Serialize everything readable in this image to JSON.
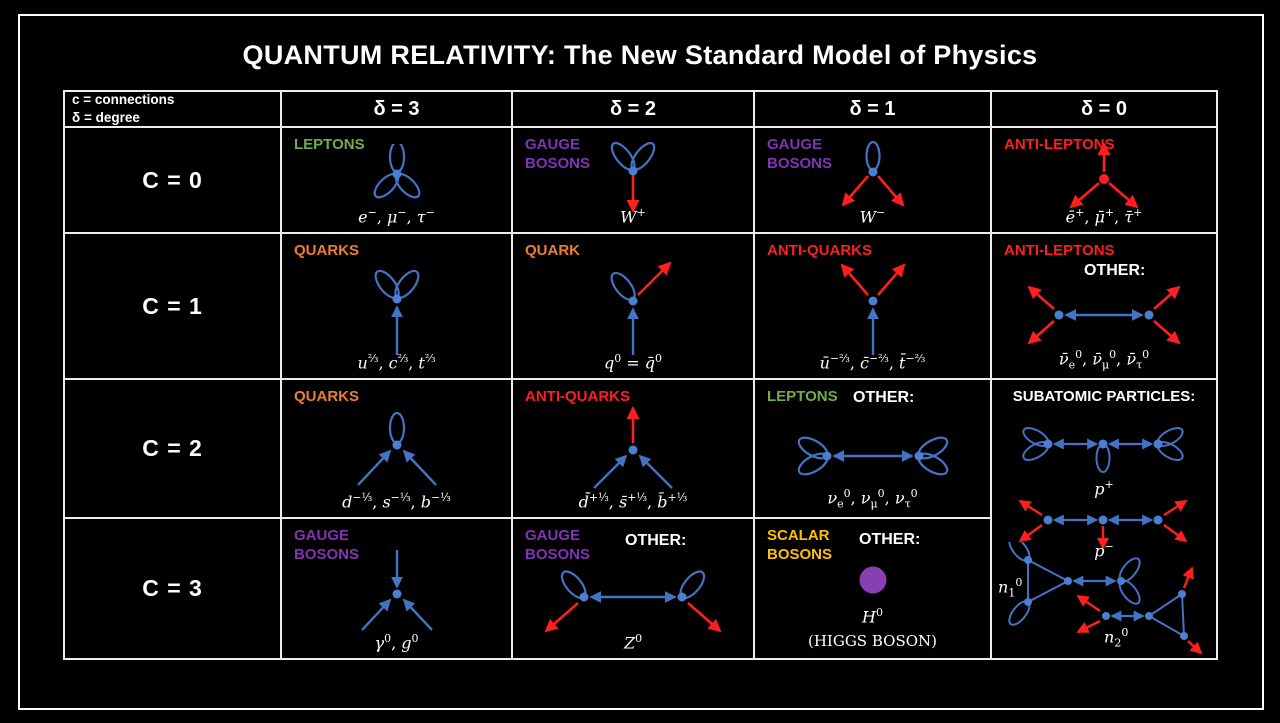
{
  "title": "QUANTUM RELATIVITY: The New Standard Model of Physics",
  "header": {
    "corner_line1": "c = connections",
    "corner_line2": "δ = degree",
    "cols": [
      "δ = 3",
      "δ = 2",
      "δ = 1",
      "δ = 0"
    ]
  },
  "rows": [
    "C = 0",
    "C = 1",
    "C = 2",
    "C = 3"
  ],
  "colors": {
    "background": "#000000",
    "grid_line": "#ededed",
    "lepton_green": "#6fae4a",
    "gauge_purple": "#8233b4",
    "quark_orange": "#ed7d31",
    "anti_red": "#ff1f1f",
    "scalar_gold": "#ffc000",
    "diagram_blue": "#4472c4",
    "dot_blue": "#4d7fd0",
    "higgs_purple": "#8a3fb0"
  },
  "cells": {
    "c0d3": {
      "badge": "LEPTONS",
      "badge_color": "#6fae4a",
      "caption_html": "<i>e</i><sup>−</sup>, <i>μ</i><sup>−</sup>, <i>τ</i><sup>−</sup>"
    },
    "c0d2": {
      "badge": "GAUGE BOSONS",
      "badge_color": "#8233b4",
      "caption_html": "<i>W</i><sup>+</sup>"
    },
    "c0d1": {
      "badge": "GAUGE BOSONS",
      "badge_color": "#8233b4",
      "caption_html": "<i>W</i><sup>−</sup>"
    },
    "c0d0": {
      "badge": "ANTI-LEPTONS",
      "badge_color": "#ff1f1f",
      "caption_html": "<i>ē</i><sup>+</sup>, <i>μ̄</i><sup>+</sup>, <i>τ̄</i><sup>+</sup>"
    },
    "c1d3": {
      "badge": "QUARKS",
      "badge_color": "#ed7d31",
      "caption_html": "<i>u</i><sup>⅔</sup>, <i>c</i><sup>⅔</sup>, <i>t</i><sup>⅔</sup>"
    },
    "c1d2": {
      "badge": "QUARK",
      "badge_color": "#ed7d31",
      "caption_html": "<i>q</i><sup>0</sup> = <i>q̄</i><sup>0</sup>"
    },
    "c1d1": {
      "badge": "ANTI-QUARKS",
      "badge_color": "#ff1f1f",
      "caption_html": "<i>ū</i><sup>−⅔</sup>, <i>c̄</i><sup>−⅔</sup>, <i>t̄</i><sup>−⅔</sup>"
    },
    "c1d0": {
      "badge": "ANTI-LEPTONS",
      "badge_color": "#ff1f1f",
      "other": "OTHER:",
      "caption_html": "<i>ν̄</i><sub>e</sub><sup>0</sup>, <i>ν̄</i><sub>μ</sub><sup>0</sup>, <i>ν̄</i><sub>τ</sub><sup>0</sup>"
    },
    "c2d3": {
      "badge": "QUARKS",
      "badge_color": "#ed7d31",
      "caption_html": "<i>d</i><sup>−⅓</sup>, <i>s</i><sup>−⅓</sup>, <i>b</i><sup>−⅓</sup>"
    },
    "c2d2": {
      "badge": "ANTI-QUARKS",
      "badge_color": "#ff1f1f",
      "caption_html": "<i>d̄</i><sup>+⅓</sup>, <i>s̄</i><sup>+⅓</sup>, <i>b̄</i><sup>+⅓</sup>"
    },
    "c2d1": {
      "badge": "LEPTONS",
      "badge_color": "#6fae4a",
      "other": "OTHER:",
      "caption_html": "<i>ν</i><sub>e</sub><sup>0</sup>, <i>ν</i><sub>μ</sub><sup>0</sup>, <i>ν</i><sub>τ</sub><sup>0</sup>"
    },
    "c3d3": {
      "badge": "GAUGE BOSONS",
      "badge_color": "#8233b4",
      "caption_html": "<i>γ</i><sup>0</sup>, <i>g</i><sup>0</sup>"
    },
    "c3d2": {
      "badge": "GAUGE BOSONS",
      "badge_color": "#8233b4",
      "other": "OTHER:",
      "caption_html": "<i>Z</i><sup>0</sup>"
    },
    "c3d1": {
      "badge": "SCALAR BOSONS",
      "badge_color": "#ffc000",
      "other": "OTHER:",
      "caption_html": "<i>H</i><sup>0</sup>",
      "caption2": "(HIGGS BOSON)"
    },
    "d0span": {
      "heading": "SUBATOMIC PARTICLES:",
      "p_plus_html": "<i>p</i><sup>+</sup>",
      "p_minus_html": "<i>p</i><sup>−</sup>",
      "n1_html": "<i>n</i><sub>1</sub><sup>0</sup>",
      "n2_html": "<i>n</i><sub>2</sub><sup>0</sup>"
    }
  }
}
